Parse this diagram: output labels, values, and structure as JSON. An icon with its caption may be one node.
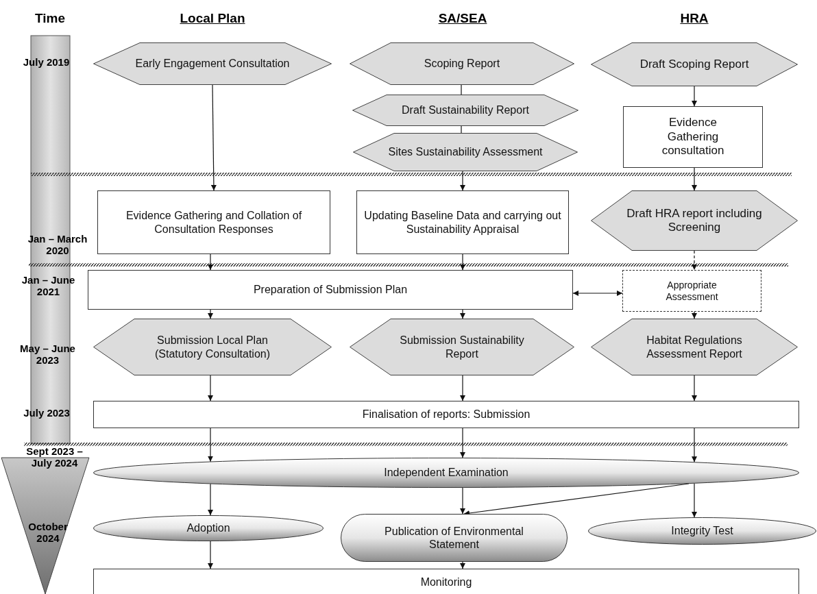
{
  "diagram": {
    "nodes": [
      {
        "text": [
          "Early Engagement Consultation"
        ]
      },
      {
        "text": [
          "Scoping Report"
        ]
      },
      {
        "text": [
          "Draft Sustainability Report"
        ]
      },
      {
        "text": [
          "Sites Sustainability Assessment"
        ]
      },
      {
        "text": [
          "Draft Scoping Report"
        ]
      },
      {
        "text": [
          "Evidence Gathering consultation"
        ]
      },
      {
        "text": [
          "Evidence Gathering and Collation of Consultation Responses"
        ]
      },
      {
        "text": [
          "Updating Baseline Data and carrying out Sustainability Appraisal"
        ]
      },
      {
        "text": [
          "Draft HRA report including Screening"
        ]
      },
      {
        "text": [
          "Preparation of Submission Plan"
        ]
      },
      {
        "text": [
          "Appropriate Assessment"
        ]
      },
      {
        "text": [
          "Submission Local Plan (Statutory Consultation)"
        ]
      },
      {
        "text": [
          "Submission Sustainability Report"
        ]
      },
      {
        "text": [
          "Habitat Regulations Assessment Report"
        ]
      },
      {
        "text": [
          "Finalisation of reports: Submission"
        ]
      },
      {
        "text": [
          "Independent Examination"
        ]
      },
      {
        "text": [
          "Adoption"
        ]
      },
      {
        "text": [
          "Publication of Environmental Statement"
        ]
      },
      {
        "text": [
          "Integrity Test"
        ]
      },
      {
        "text": [
          "Monitoring"
        ]
      }
    ],
    "edges": [
      {
        "from": 0,
        "to": 6,
        "arrow": "to"
      },
      {
        "from": 1,
        "to": 2,
        "arrow": "none"
      },
      {
        "from": 2,
        "to": 3,
        "arrow": "none"
      },
      {
        "from": 3,
        "to": 7,
        "arrow": "to"
      },
      {
        "from": 4,
        "to": 5,
        "arrow": "to"
      },
      {
        "from": 5,
        "to": 8,
        "arrow": "to"
      },
      {
        "from": 8,
        "to": 10,
        "arrow": "to",
        "style": "dashed"
      },
      {
        "from": 9,
        "to": 10,
        "arrow": "both"
      },
      {
        "from": 6,
        "to": 9,
        "arrow": "to"
      },
      {
        "from": 7,
        "to": 9,
        "arrow": "to"
      },
      {
        "from": 10,
        "to": 13,
        "arrow": "to",
        "style": "dashed"
      },
      {
        "from": 9,
        "to": 11,
        "arrow": "to"
      },
      {
        "from": 9,
        "to": 12,
        "arrow": "to"
      },
      {
        "from": 11,
        "to": 14,
        "arrow": "to"
      },
      {
        "from": 12,
        "to": 14,
        "arrow": "to"
      },
      {
        "from": 13,
        "to": 14,
        "arrow": "to"
      },
      {
        "from": 14,
        "to": 15,
        "arrow": "to"
      },
      {
        "from": 14,
        "to": 15,
        "arrow": "to"
      },
      {
        "from": 14,
        "to": 15,
        "arrow": "to"
      },
      {
        "from": 15,
        "to": 16,
        "arrow": "to"
      },
      {
        "from": 15,
        "to": 17,
        "arrow": "to"
      },
      {
        "from": 15,
        "to": 18,
        "arrow": "to"
      },
      {
        "from": 15,
        "to": 17,
        "arrow": "to"
      },
      {
        "from": 16,
        "to": 19,
        "arrow": "to"
      },
      {
        "from": 17,
        "to": 19,
        "arrow": "to"
      }
    ],
    "labels": [
      "Time",
      "Local Plan",
      "SA/SEA",
      "HRA",
      "July 2019",
      "Jan – March 2020",
      "Jan – June 2021",
      "May – June 2023",
      "July 2023",
      "Sept 2023 – July 2024",
      "October 2024"
    ]
  }
}
